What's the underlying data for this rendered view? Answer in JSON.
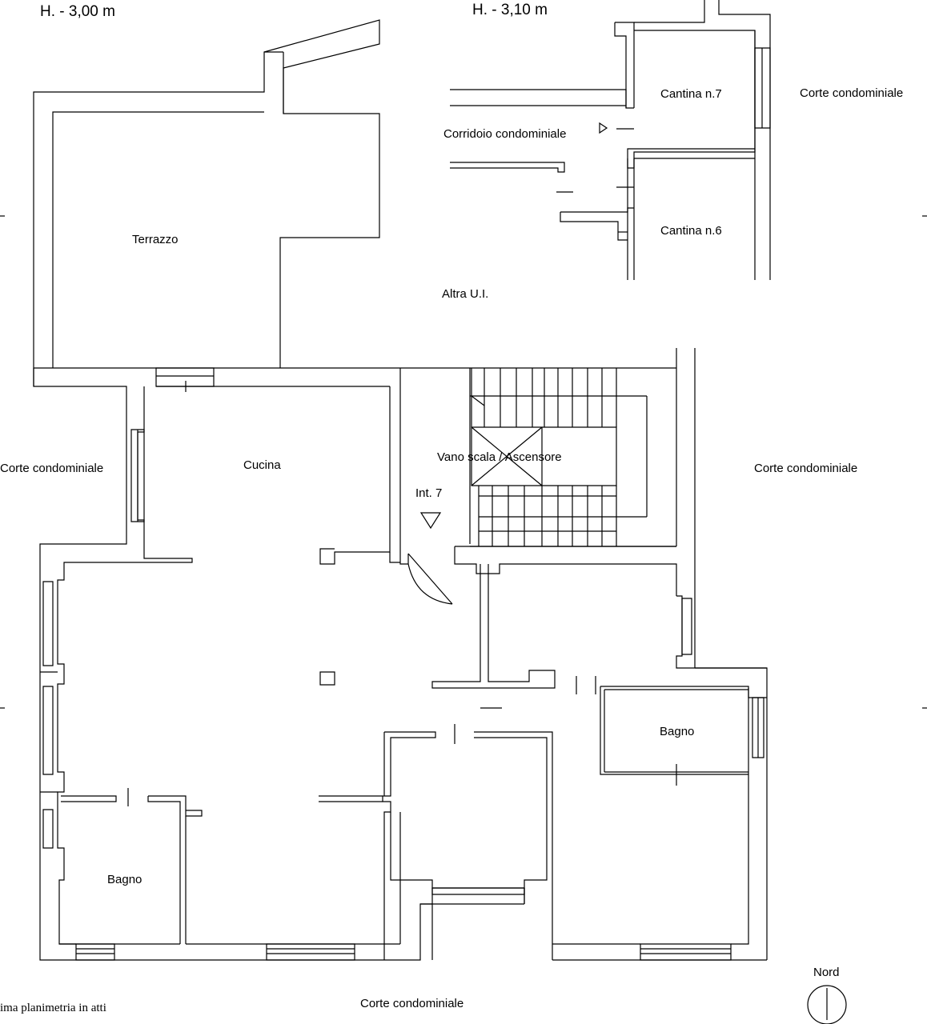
{
  "heights": {
    "left": "H. - 3,00 m",
    "right": "H. - 3,10 m"
  },
  "rooms": {
    "cantina7": "Cantina n.7",
    "cantina6": "Cantina n.6",
    "corridoio": "Corridoio condominiale",
    "terrazzo": "Terrazzo",
    "altra_ui": "Altra U.I.",
    "cucina": "Cucina",
    "vano_scala": "Vano scala / Ascensore",
    "int7": "Int. 7",
    "bagno_right": "Bagno",
    "bagno_left": "Bagno"
  },
  "courtyards": {
    "top_right": "Corte condominiale",
    "left": "Corte condominiale",
    "right": "Corte condominiale",
    "bottom": "Corte condominiale"
  },
  "north": "Nord",
  "footer_note": "ima planimetria in atti",
  "colors": {
    "ink": "#000000",
    "paper": "#ffffff"
  }
}
